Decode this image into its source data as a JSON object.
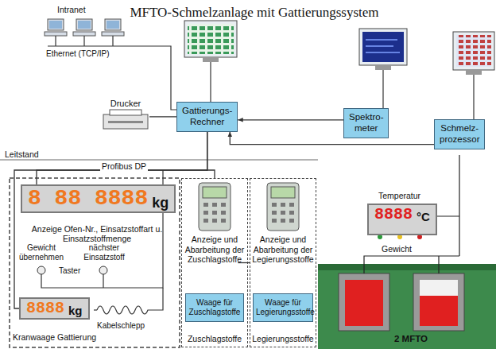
{
  "diagram": {
    "title": "MFTO-Schmelzanlage mit Gattierungssystem",
    "nodes": [
      {
        "text": [
          "Drucker"
        ]
      },
      {
        "text": [
          "Gattierungs-Rechner"
        ]
      },
      {
        "text": [
          "Spektro-meter"
        ]
      },
      {
        "text": [
          "Schmelz-prozessor"
        ]
      },
      {
        "text": [
          "8 88 8888",
          "kg"
        ]
      },
      {
        "text": [
          "8888",
          "kg"
        ]
      },
      {
        "text": [
          "Anzeige und Abarbeitung der Zuschlagstoffe",
          "Zuschlagstoffe"
        ]
      },
      {
        "text": [
          "Waage für Zuschlagstoffe"
        ],
        "in": 6
      },
      {
        "text": [
          "Anzeige und Abarbeitung der Legierungsstoffe",
          "Legierungsstoffe"
        ]
      },
      {
        "text": [
          "Waage für Legierungsstoffe"
        ],
        "in": 8
      },
      {
        "text": [
          "8888",
          "°C"
        ]
      }
    ],
    "edges": [
      {
        "from": 0,
        "to": 1,
        "arrow": "none"
      },
      {
        "from": 2,
        "to": 1,
        "arrow": "to"
      },
      {
        "from": 3,
        "to": 1,
        "arrow": "to"
      },
      {
        "from": 1,
        "to": 4,
        "arrow": "none"
      },
      {
        "from": 1,
        "to": 5,
        "arrow": "none"
      },
      {
        "from": 1,
        "to": 6,
        "arrow": "none"
      },
      {
        "from": 1,
        "to": 8,
        "arrow": "none"
      }
    ],
    "labels": [
      "Intranet",
      "Ethernet (TCP/IP)",
      "Leitstand",
      "Profibus DP",
      "Anzeige Ofen-Nr., Einsatzstoffart u. Einsatzstoffmenge",
      "Gewicht übernehmen",
      "nächster Einsatzstoff",
      "Taster",
      "Kranwaage Gattierung",
      "Kabelschlepp",
      "Temperatur",
      "Gewicht",
      "2 MFTO"
    ]
  }
}
